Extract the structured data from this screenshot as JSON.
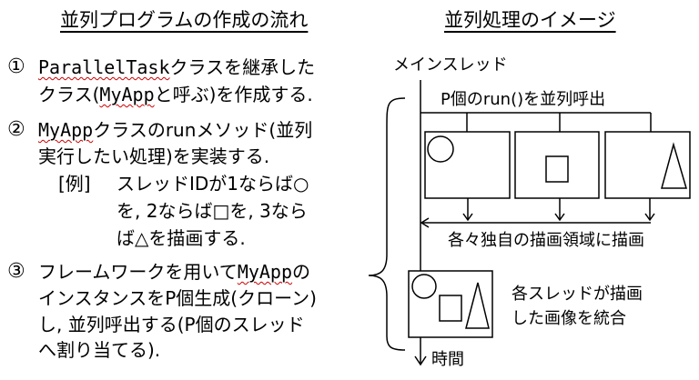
{
  "left": {
    "title": "並列プログラムの作成の流れ",
    "steps": [
      {
        "num": "①",
        "lines": [
          {
            "code": "ParallelTask",
            "rest": "クラスを継承した"
          },
          {
            "pre": "クラス(",
            "code": "MyApp",
            "rest": "と呼ぶ)を作成する."
          }
        ]
      },
      {
        "num": "②",
        "lines": [
          {
            "code": "MyApp",
            "rest": "クラスのrunメソッド(並列"
          },
          {
            "rest": "実行したい処理)を実装する."
          }
        ]
      },
      {
        "num": "③",
        "lines": [
          {
            "pre": "フレームワークを用いて",
            "code": "MyApp",
            "rest": "の"
          },
          {
            "rest": "インスタンスをP個生成(クローン)"
          },
          {
            "rest": "し, 並列呼出する(P個のスレッド"
          },
          {
            "rest": "へ割り当てる)."
          }
        ]
      }
    ],
    "example": {
      "label": "[例]",
      "lines": [
        "スレッドIDが1ならば○",
        "を, 2ならば□を, 3なら",
        "ば△を描画する."
      ]
    }
  },
  "right": {
    "title": "並列処理のイメージ",
    "main_thread_label": "メインスレッド",
    "parallel_call_label": "P個のrun()を並列呼出",
    "draw_label": "各々独自の描画領域に描画",
    "merge_label_1": "各スレッドが描画",
    "merge_label_2": "した画像を統合",
    "time_label": "時間"
  }
}
